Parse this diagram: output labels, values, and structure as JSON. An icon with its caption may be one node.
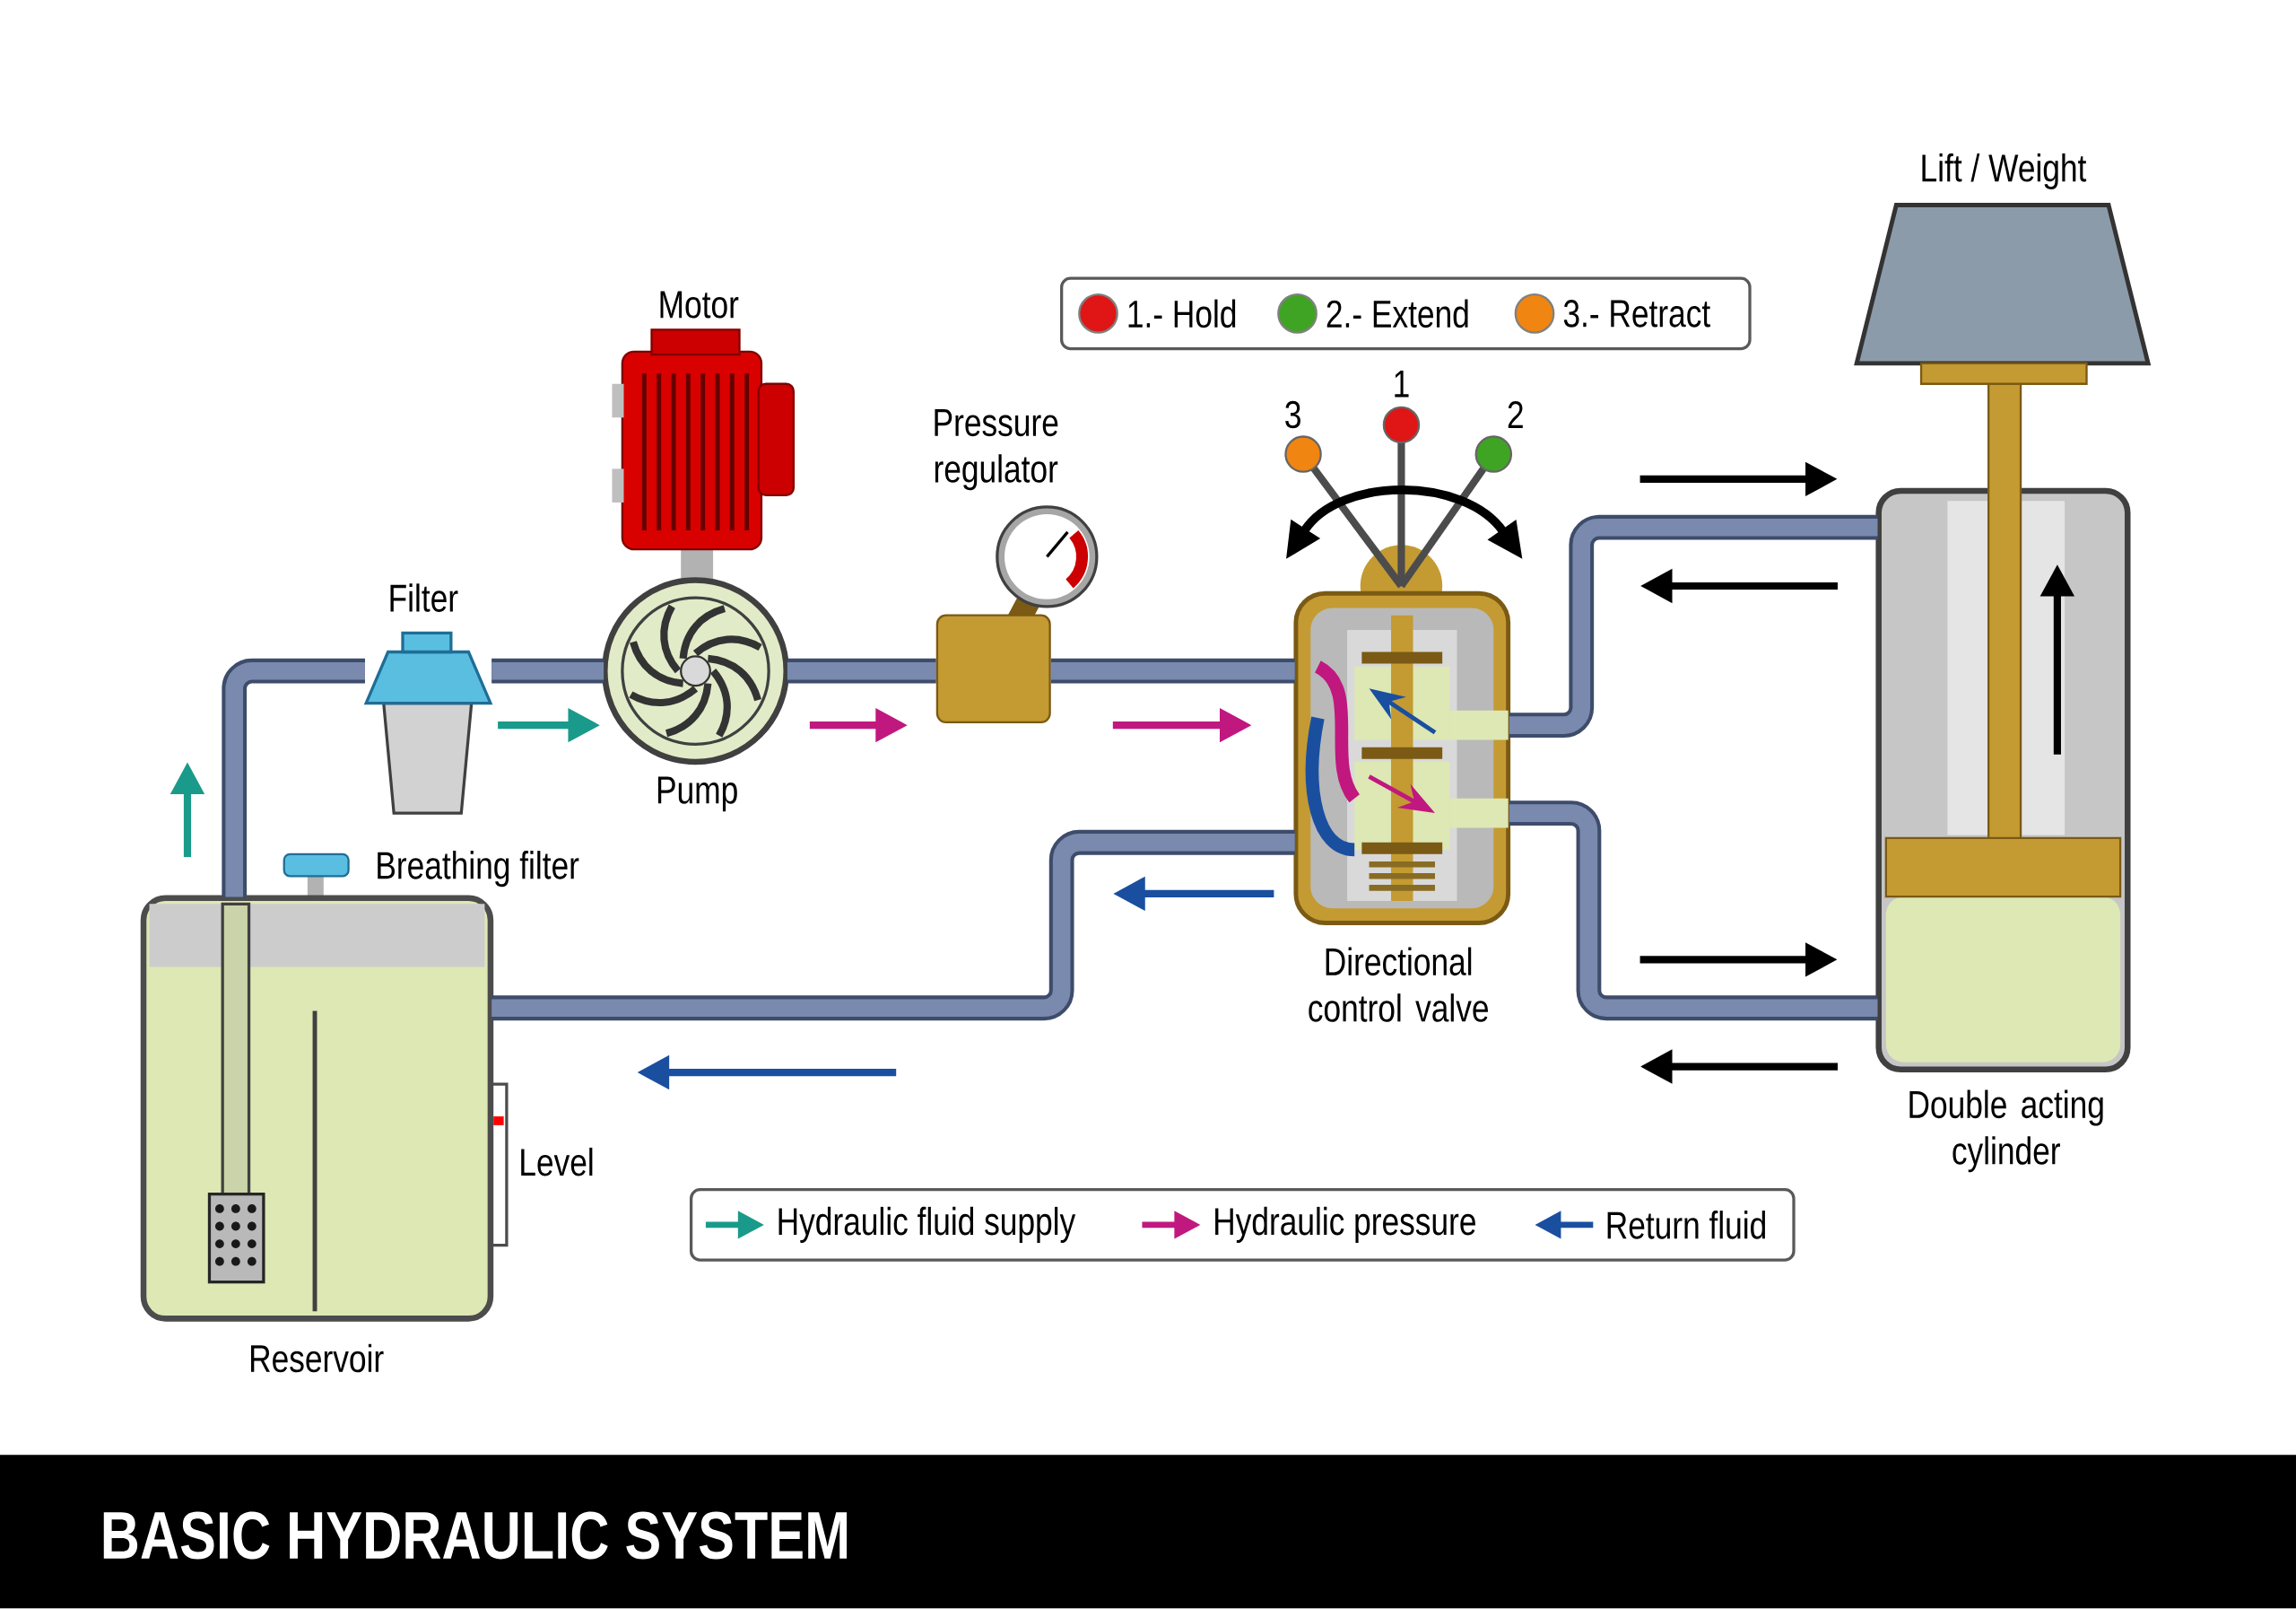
{
  "diagram": {
    "title": "BASIC HYDRAULIC SYSTEM",
    "nodes": [
      {
        "text": [
          "Reservoir"
        ],
        "beside": [
          "Level"
        ]
      },
      {
        "text": [
          "Filter"
        ]
      },
      {
        "text": [
          "Motor"
        ]
      },
      {
        "text": [
          "Pump"
        ]
      },
      {
        "text": [
          "Pressure regulator"
        ]
      },
      {
        "text": [
          "Directional control valve"
        ]
      },
      {
        "text": [
          "Double acting cylinder"
        ]
      },
      {
        "text": [
          "Lift / Weight"
        ]
      }
    ],
    "edges": [
      {
        "from": 0,
        "to": 1,
        "arrow": "none"
      },
      {
        "from": 1,
        "to": 3,
        "arrow": "none"
      },
      {
        "from": 3,
        "to": 4,
        "arrow": "none"
      },
      {
        "from": 4,
        "to": 5,
        "arrow": "none"
      },
      {
        "from": 5,
        "to": 6,
        "arrow": "none"
      },
      {
        "from": 5,
        "to": 6,
        "arrow": "none"
      },
      {
        "from": 5,
        "to": 0,
        "arrow": "none"
      }
    ],
    "labels": [
      "1",
      "3",
      "2",
      "Breathing filter"
    ],
    "legend": [
      {
        "text": "1.- Hold",
        "color": "#e01515"
      },
      {
        "text": "2.- Extend",
        "color": "#3fa423"
      },
      {
        "text": "3.- Retract",
        "color": "#f08512"
      },
      {
        "text": "Hydraulic fluid supply"
      },
      {
        "text": "Hydraulic pressure"
      },
      {
        "text": "Return fluid"
      }
    ]
  }
}
